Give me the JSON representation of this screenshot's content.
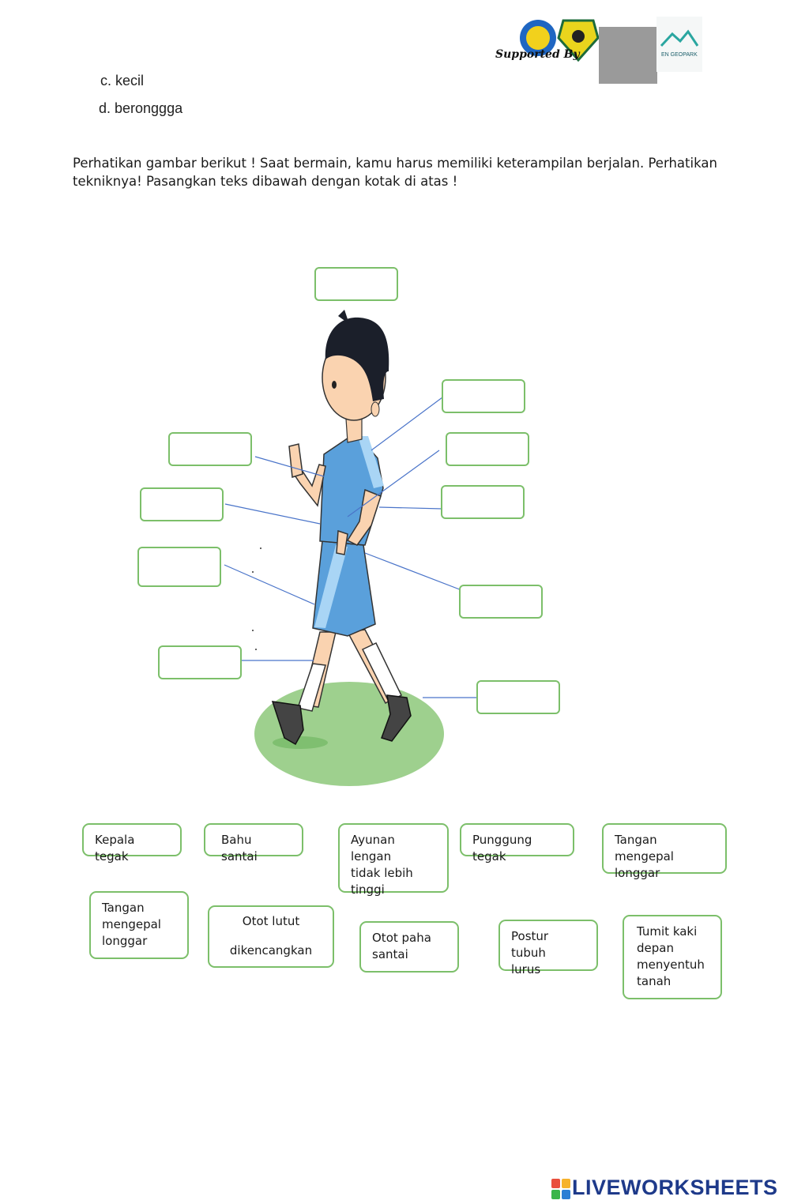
{
  "options": {
    "c": "c. kecil",
    "d": "d. beronggga"
  },
  "header": {
    "supported_by": "Supported By",
    "geopark_text": "EN GEOPARK"
  },
  "instruction": "Perhatikan gambar berikut ! Saat bermain, kamu harus memiliki keterampilan berjalan. Perhatikan tekniknya! Pasangkan teks dibawah dengan kotak di atas !",
  "answer_chips": [
    {
      "id": "kepala-tegak",
      "lines": [
        "Kepala tegak"
      ]
    },
    {
      "id": "bahu-santai",
      "lines": [
        "Bahu santai"
      ]
    },
    {
      "id": "ayunan-lengan",
      "lines": [
        "Ayunan lengan",
        "tidak lebih",
        "tinggi"
      ]
    },
    {
      "id": "punggung-tegak",
      "lines": [
        "Punggung tegak"
      ]
    },
    {
      "id": "tangan-mengepal-1",
      "lines": [
        "Tangan mengepal",
        "longgar"
      ]
    },
    {
      "id": "tangan-mengepal-2",
      "lines": [
        "Tangan",
        "mengepal",
        "longgar"
      ]
    },
    {
      "id": "otot-lutut",
      "lines": [
        "Otot lutut",
        "",
        "dikencangkan"
      ]
    },
    {
      "id": "otot-paha",
      "lines": [
        "Otot paha",
        "santai"
      ]
    },
    {
      "id": "postur-tubuh",
      "lines": [
        "Postur tubuh",
        "lurus"
      ]
    },
    {
      "id": "tumit-kaki",
      "lines": [
        "Tumit kaki",
        "depan",
        "menyentuh",
        "tanah"
      ]
    }
  ],
  "footer": {
    "brand": "LIVEWORKSHEETS"
  },
  "colors": {
    "box_border": "#7cbf6a",
    "leader_line": "#4a74c9",
    "shirt": "#5aa0db",
    "ground": "#9ed08e",
    "brand": "#1e3a8a"
  }
}
